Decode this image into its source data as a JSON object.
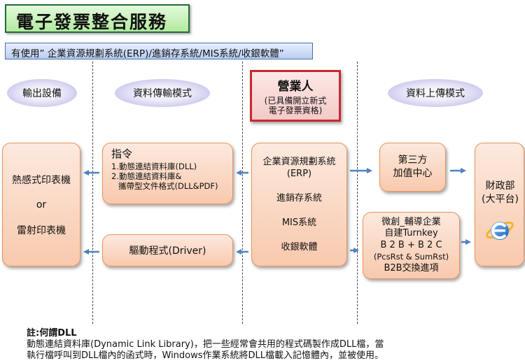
{
  "title": "電子發票整合服務",
  "banner": "有使用” 企業資源規劃系統(ERP)/進銷存系統/MIS系統/收銀軟體”",
  "headers": {
    "output_device": "輸出設備",
    "transfer_mode": "資料傳輸模式",
    "upload_mode": "資料上傳模式"
  },
  "business": {
    "title": "營業人",
    "subtitle_line1": "(已具備開立新式",
    "subtitle_line2": "電子發票資格)"
  },
  "printers": {
    "line1": "熱感式印表機",
    "line2": "or",
    "line3": "雷射印表機"
  },
  "instruction": {
    "title": "指令",
    "line1": "1.動態連結資料庫(DLL)",
    "line2": "2.動態連結資料庫&",
    "line3": "攜帶型文件格式(DLL&PDF)"
  },
  "driver": "驅動程式(Driver)",
  "systems": {
    "line1": "企業資源規劃系統",
    "line2": "(ERP)",
    "line3": "進銷存系統",
    "line4": "MIS系統",
    "line5": "收銀軟體"
  },
  "third_party": {
    "line1": "第三方",
    "line2": "加值中心"
  },
  "turnkey": {
    "line1": "微創_輔導企業",
    "line2": "自建Turnkey",
    "line3": "B 2 B + B 2 C",
    "line4": "(PcsRst & SumRst)",
    "line5": "B2B交換進項"
  },
  "ministry": {
    "line1": "財政部",
    "line2": "(大平台)"
  },
  "note": {
    "title": "註:何謂DLL",
    "line1": "動態連結資料庫(Dynamic Link Library)，把一些經常會共用的程式碼製作成DLL檔，當",
    "line2": "執行檔呼叫到DLL檔內的函式時，Windows作業系統將DLL檔載入記憶體內，並被使用。"
  },
  "colors": {
    "title_border": "#1f6b3a",
    "box_border": "#e9935d",
    "red_border": "#c8282e",
    "arrow": "#4f81bd"
  },
  "icons": {
    "ministry": "internet-explorer-icon"
  }
}
